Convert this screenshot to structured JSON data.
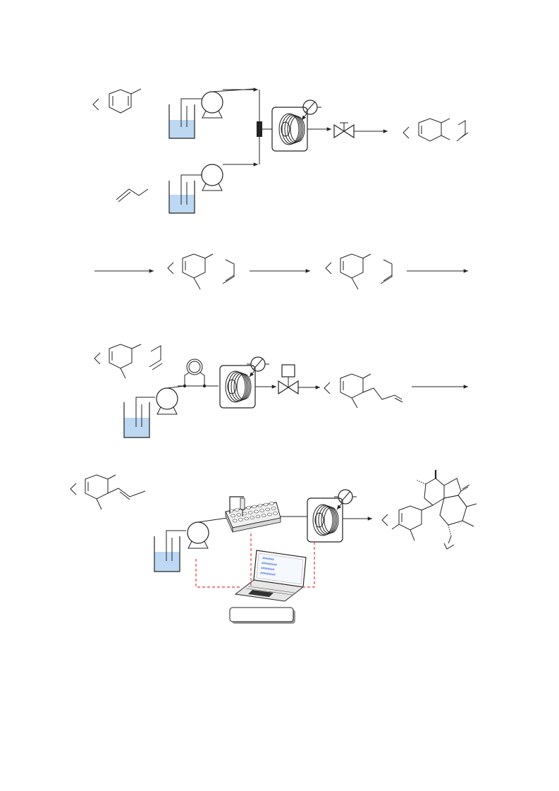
{
  "figure": {
    "colors": {
      "line": "#222222",
      "liquid": "#bcd8f2",
      "control_link": "#e23b3b",
      "screen_text": "#2a5bd7",
      "background": "#ffffff"
    },
    "panels": [
      {
        "name": "panel-1",
        "elements": [
          "reservoir",
          "pump",
          "reservoir",
          "pump",
          "mixer",
          "coil-reactor",
          "thermometer-icon",
          "back-pressure-valve",
          "product-structure"
        ]
      },
      {
        "name": "panel-2",
        "elements": [
          "reaction-arrow",
          "intermediate-structure",
          "reaction-arrow",
          "intermediate-structure",
          "reaction-arrow"
        ]
      },
      {
        "name": "panel-3",
        "elements": [
          "reservoir",
          "pump",
          "sample-loop",
          "coil-reactor",
          "thermometer-icon",
          "actuated-valve",
          "product-structure",
          "reaction-arrow"
        ]
      },
      {
        "name": "panel-4",
        "elements": [
          "reservoir",
          "pump",
          "well-plate",
          "autosampler-needle",
          "coil-reactor",
          "thermometer-icon",
          "laptop-controller",
          "control-label-box",
          "polycyclic-product-structure"
        ]
      }
    ],
    "labels": {
      "control_box": ""
    }
  }
}
